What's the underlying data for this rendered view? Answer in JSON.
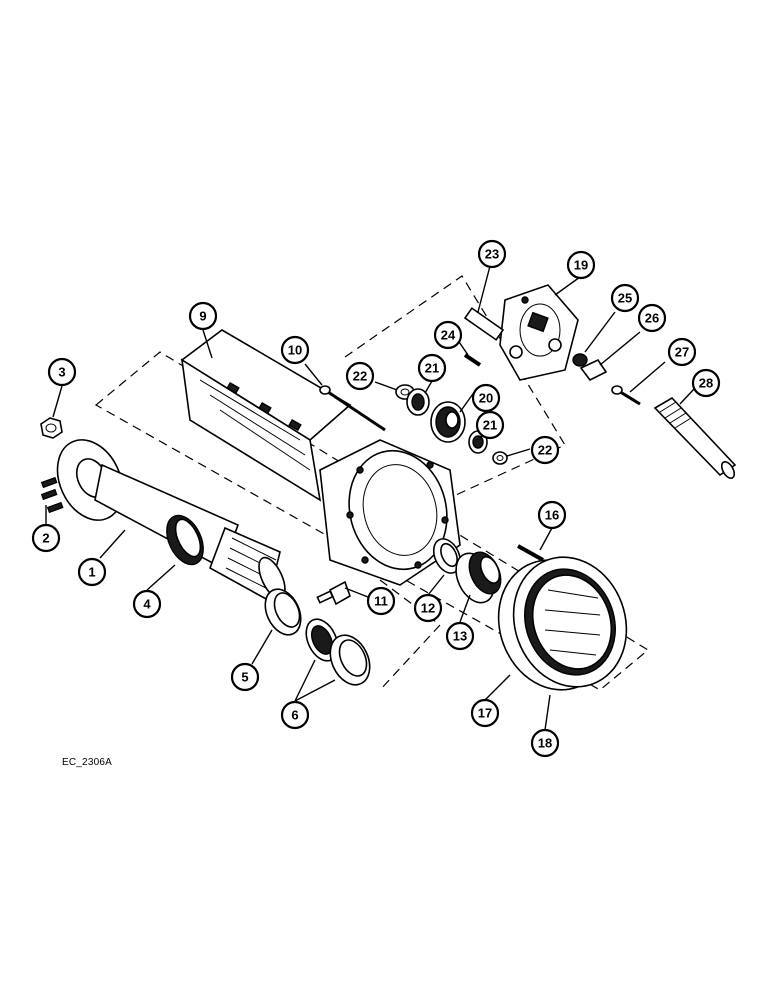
{
  "diagram": {
    "reference_code": "EC_2306A",
    "callouts": [
      {
        "id": "c1",
        "label": "1"
      },
      {
        "id": "c2",
        "label": "2"
      },
      {
        "id": "c3",
        "label": "3"
      },
      {
        "id": "c4",
        "label": "4"
      },
      {
        "id": "c5",
        "label": "5"
      },
      {
        "id": "c6",
        "label": "6"
      },
      {
        "id": "c9",
        "label": "9"
      },
      {
        "id": "c10",
        "label": "10"
      },
      {
        "id": "c11",
        "label": "11"
      },
      {
        "id": "c12",
        "label": "12"
      },
      {
        "id": "c13",
        "label": "13"
      },
      {
        "id": "c16",
        "label": "16"
      },
      {
        "id": "c17",
        "label": "17"
      },
      {
        "id": "c18",
        "label": "18"
      },
      {
        "id": "c19",
        "label": "19"
      },
      {
        "id": "c20",
        "label": "20"
      },
      {
        "id": "c21a",
        "label": "21"
      },
      {
        "id": "c21b",
        "label": "21"
      },
      {
        "id": "c22a",
        "label": "22"
      },
      {
        "id": "c22b",
        "label": "22"
      },
      {
        "id": "c23",
        "label": "23"
      },
      {
        "id": "c24",
        "label": "24"
      },
      {
        "id": "c25",
        "label": "25"
      },
      {
        "id": "c26",
        "label": "26"
      },
      {
        "id": "c27",
        "label": "27"
      },
      {
        "id": "c28",
        "label": "28"
      }
    ]
  }
}
